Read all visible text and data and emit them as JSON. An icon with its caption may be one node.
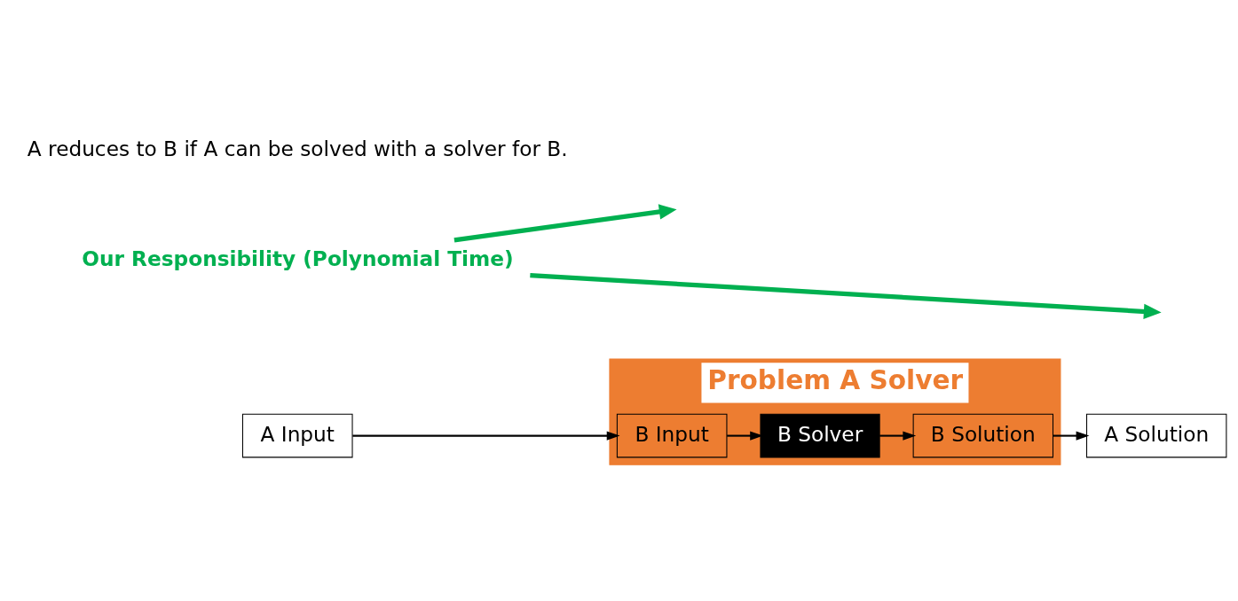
{
  "diagram": {
    "nodes": [
      {
        "text": [
          "A Input"
        ]
      },
      {
        "text": [
          "Problem A Solver"
        ]
      },
      {
        "text": [
          "B Input"
        ],
        "in": 1
      },
      {
        "text": [
          "B Solver"
        ],
        "in": 1
      },
      {
        "text": [
          "B Solution"
        ],
        "in": 1
      },
      {
        "text": [
          "A Solution"
        ]
      },
      {
        "text": [
          "Our Responsibility (Polynomial Time)"
        ]
      }
    ],
    "edges": [
      {
        "from": 0,
        "to": 2,
        "arrow": "to"
      },
      {
        "from": 2,
        "to": 3,
        "arrow": "to"
      },
      {
        "from": 3,
        "to": 4,
        "arrow": "to"
      },
      {
        "from": 4,
        "to": 5,
        "arrow": "to"
      },
      {
        "from": 6,
        "to": null,
        "arrow": "to",
        "style": "thick",
        "color": "#00b050"
      },
      {
        "from": 6,
        "to": null,
        "arrow": "to",
        "style": "thick",
        "color": "#00b050"
      }
    ],
    "labels": [
      "A reduces to B if A can be solved with a solver for B."
    ]
  }
}
